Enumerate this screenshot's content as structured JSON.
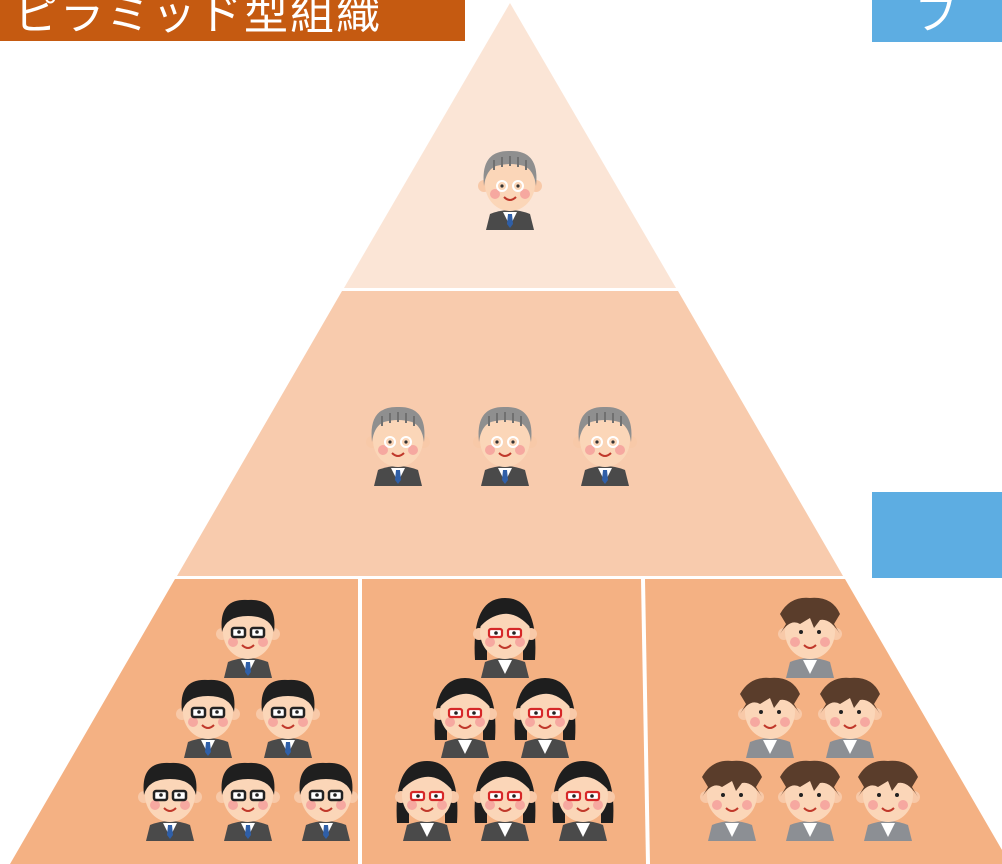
{
  "title": "ピラミッド型組織",
  "right_label": "フ",
  "colors": {
    "title_bg": "#c55a11",
    "side_box": "#5dade2",
    "tier_top": "#fbe5d6",
    "tier_middle": "#f8cbad",
    "tier_bottom": "#f4b183"
  },
  "tiers": [
    {
      "name": "top",
      "people": [
        {
          "type": "elder"
        }
      ]
    },
    {
      "name": "middle",
      "people": [
        {
          "type": "elder"
        },
        {
          "type": "elder"
        },
        {
          "type": "elder"
        }
      ]
    },
    {
      "name": "bottom",
      "groups": [
        {
          "type": "glasses-man",
          "count": 6
        },
        {
          "type": "woman-red-glasses",
          "count": 6
        },
        {
          "type": "young-man",
          "count": 6
        }
      ]
    }
  ]
}
